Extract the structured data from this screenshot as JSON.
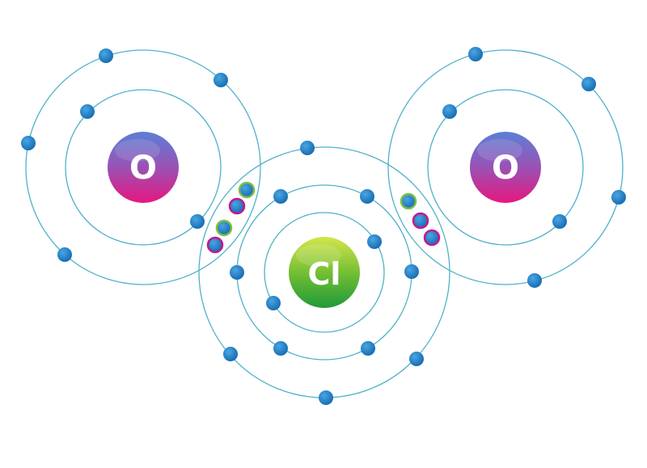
{
  "atoms": [
    {
      "id": "oxygen-left",
      "symbol": "O",
      "shells": 2,
      "nucleus_color": "oxygen"
    },
    {
      "id": "chlorine-center",
      "symbol": "Cl",
      "shells": 3,
      "nucleus_color": "chlorine"
    },
    {
      "id": "oxygen-right",
      "symbol": "O",
      "shells": 2,
      "nucleus_color": "oxygen"
    }
  ],
  "colors": {
    "orbit": "#4fb1c9",
    "electron": "#1f7fc6",
    "shared_electron_ring_green": "#7bc043",
    "shared_electron_ring_magenta": "#c2188f",
    "oxygen_top": "#5b7fd6",
    "oxygen_bottom": "#e6177f",
    "chlorine_top": "#c8e03c",
    "chlorine_bottom": "#1f9a3a"
  },
  "bonds": [
    {
      "between": [
        "oxygen-left",
        "chlorine-center"
      ],
      "shared_electrons": 4
    },
    {
      "between": [
        "chlorine-center",
        "oxygen-right"
      ],
      "shared_electrons": 3
    }
  ]
}
